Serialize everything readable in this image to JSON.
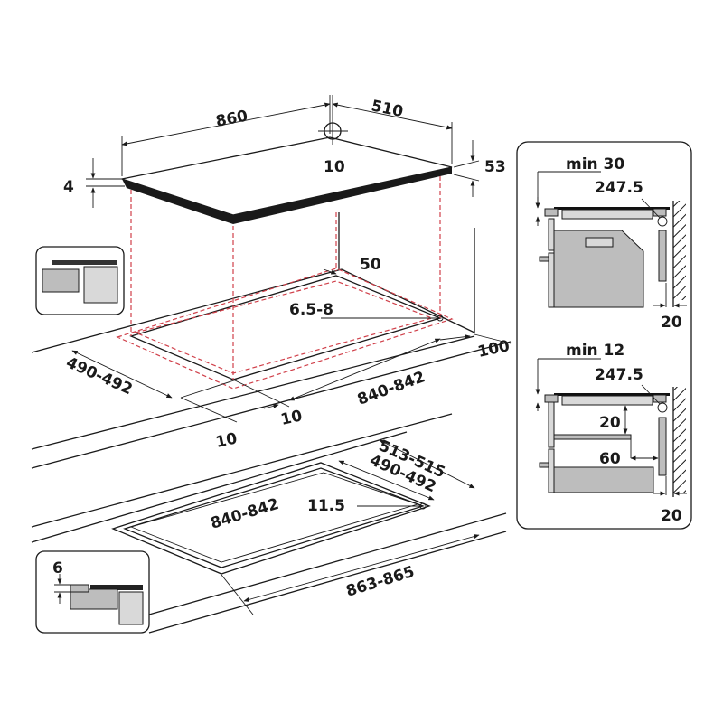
{
  "hob": {
    "width": "860",
    "depth": "510",
    "corner_offset": "10",
    "glass_thickness": "4",
    "height": "53"
  },
  "cutout": {
    "wall_distance": "50",
    "corner_radius": "6.5-8",
    "back_gap": "100",
    "depth": "490-492",
    "width": "840-842",
    "side_gap_right": "10",
    "side_gap_left": "10"
  },
  "flush_cutout": {
    "outer_depth": "513-515",
    "inner_depth": "490-492",
    "inner_width": "840-842",
    "corner_radius": "11.5",
    "outer_width": "863-865",
    "recess_depth": "6"
  },
  "side_views": {
    "oven": {
      "min_gap": "min 30",
      "depth": "247.5",
      "wall_gap": "20"
    },
    "drawer": {
      "min_gap": "min 12",
      "depth": "247.5",
      "gap_below": "20",
      "rear_gap": "60",
      "wall_gap": "20"
    }
  },
  "colors": {
    "line": "#1a1a1a",
    "dashed": "#d0404a",
    "fill": "#bdbdbd"
  }
}
